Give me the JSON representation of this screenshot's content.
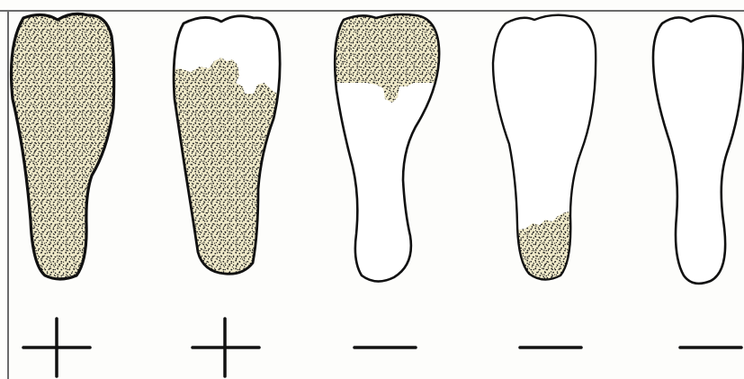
{
  "figure": {
    "ink_color": "#111111",
    "stain_fill_color": "#efe9c9",
    "stain_dot_color": "#1a1a1a",
    "outline_fill_color": "#ffffff",
    "panels": [
      {
        "id": "tube-1",
        "stained_fraction": 1.0,
        "stain_region": "whole",
        "sign": "+"
      },
      {
        "id": "tube-2",
        "stained_fraction": 0.8,
        "stain_region": "below-jagged-top",
        "sign": "+"
      },
      {
        "id": "tube-3",
        "stained_fraction": 0.3,
        "stain_region": "top-cap",
        "sign": "−"
      },
      {
        "id": "tube-4",
        "stained_fraction": 0.2,
        "stain_region": "bottom-tip",
        "sign": "−"
      },
      {
        "id": "tube-5",
        "stained_fraction": 0.0,
        "stain_region": "none",
        "sign": "−"
      }
    ]
  }
}
